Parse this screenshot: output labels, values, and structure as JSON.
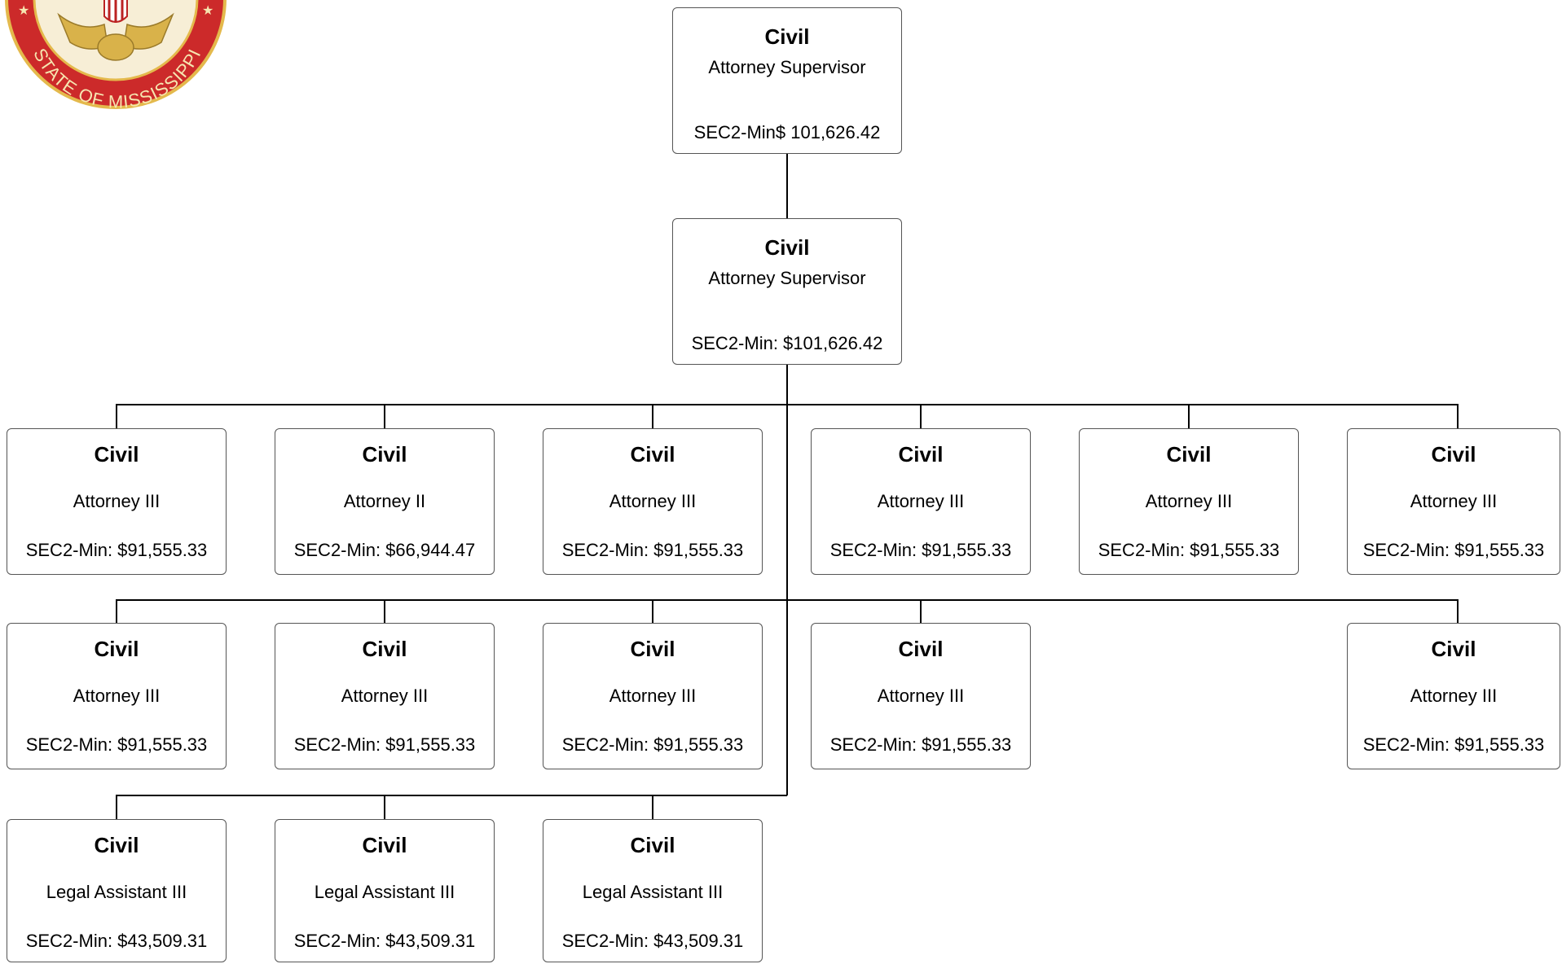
{
  "seal": {
    "text": "STATE OF MISSISSIPPI",
    "ring_color": "#cc2a2a",
    "gold": "#d9b24a"
  },
  "nodes": [
    {
      "dept": "Civil",
      "title": "Attorney Supervisor",
      "salary": "SEC2-Min$  101,626.42"
    },
    {
      "dept": "Civil",
      "title": "Attorney Supervisor",
      "salary": "SEC2-Min:  $101,626.42"
    },
    {
      "dept": "Civil",
      "title": "Attorney III",
      "salary": "SEC2-Min:  $91,555.33"
    },
    {
      "dept": "Civil",
      "title": "Attorney II",
      "salary": "SEC2-Min:  $66,944.47"
    },
    {
      "dept": "Civil",
      "title": "Attorney III",
      "salary": "SEC2-Min:  $91,555.33"
    },
    {
      "dept": "Civil",
      "title": "Attorney III",
      "salary": "SEC2-Min:  $91,555.33"
    },
    {
      "dept": "Civil",
      "title": "Attorney III",
      "salary": "SEC2-Min:  $91,555.33"
    },
    {
      "dept": "Civil",
      "title": "Attorney III",
      "salary": "SEC2-Min:  $91,555.33"
    },
    {
      "dept": "Civil",
      "title": "Attorney III",
      "salary": "SEC2-Min:  $91,555.33"
    },
    {
      "dept": "Civil",
      "title": "Attorney III",
      "salary": "SEC2-Min:  $91,555.33"
    },
    {
      "dept": "Civil",
      "title": "Attorney III",
      "salary": "SEC2-Min:  $91,555.33"
    },
    {
      "dept": "Civil",
      "title": "Attorney III",
      "salary": "SEC2-Min:  $91,555.33"
    },
    {
      "dept": "Civil",
      "title": "Attorney III",
      "salary": "SEC2-Min:  $91,555.33"
    },
    {
      "dept": "Civil",
      "title": "Legal Assistant III",
      "salary": "SEC2-Min:  $43,509.31"
    },
    {
      "dept": "Civil",
      "title": "Legal Assistant III",
      "salary": "SEC2-Min:  $43,509.31"
    },
    {
      "dept": "Civil",
      "title": "Legal Assistant III",
      "salary": "SEC2-Min:  $43,509.31"
    }
  ]
}
